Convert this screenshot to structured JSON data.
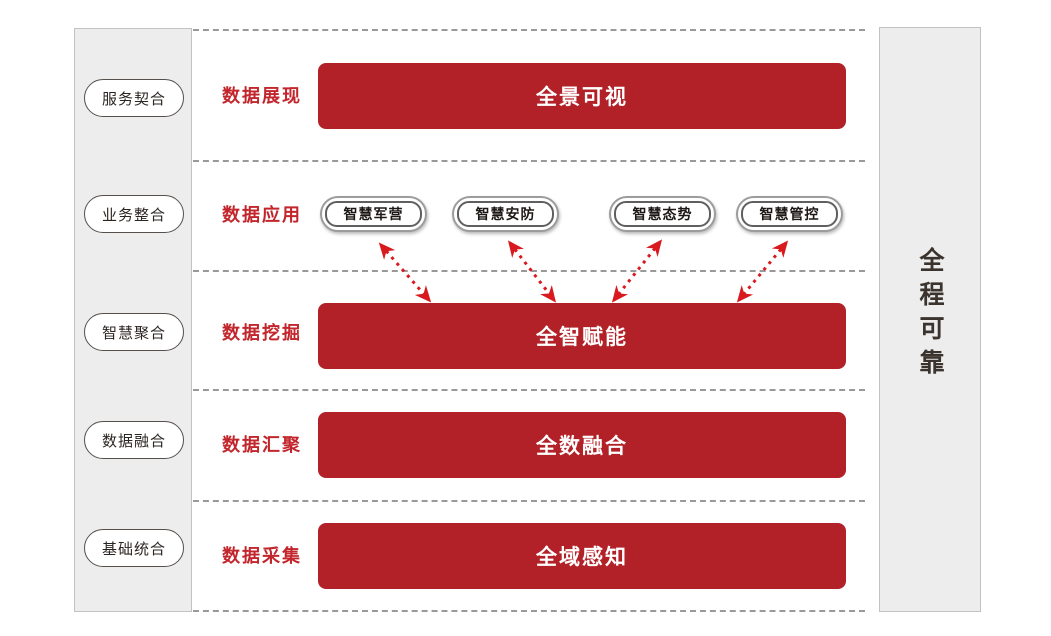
{
  "diagram_title": "data-architecture-layers",
  "left_panel": {
    "items": [
      "服务契合",
      "业务整合",
      "智慧聚合",
      "数据融合",
      "基础统合"
    ]
  },
  "right_panel": {
    "label": "全程可靠"
  },
  "layers": [
    {
      "label": "数据展现",
      "bar": "全景可视"
    },
    {
      "label": "数据应用",
      "apps": [
        "智慧军营",
        "智慧安防",
        "智慧态势",
        "智慧管控"
      ]
    },
    {
      "label": "数据挖掘",
      "bar": "全智赋能"
    },
    {
      "label": "数据汇聚",
      "bar": "全数融合"
    },
    {
      "label": "数据采集",
      "bar": "全域感知"
    }
  ],
  "colors": {
    "bar_red": "#b22127",
    "label_red": "#c2262c",
    "arrow_red": "#d8191e",
    "panel_bg": "#ededed",
    "divider_gray": "#999999"
  }
}
